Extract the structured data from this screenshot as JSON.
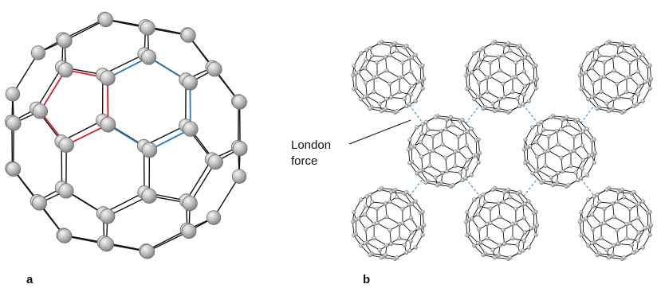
{
  "panels": {
    "a": {
      "label": "a"
    },
    "b": {
      "label": "b"
    }
  },
  "annotation": {
    "line1": "London",
    "line2": "force"
  },
  "colors": {
    "atom_fill": "#b9b9b9",
    "atom_stroke": "#6e6e6e",
    "bond": "#111111",
    "pentagon_highlight": "#d8232a",
    "hexagon_highlight": "#2a7bc0",
    "london_force_line": "#2a8fd6"
  }
}
